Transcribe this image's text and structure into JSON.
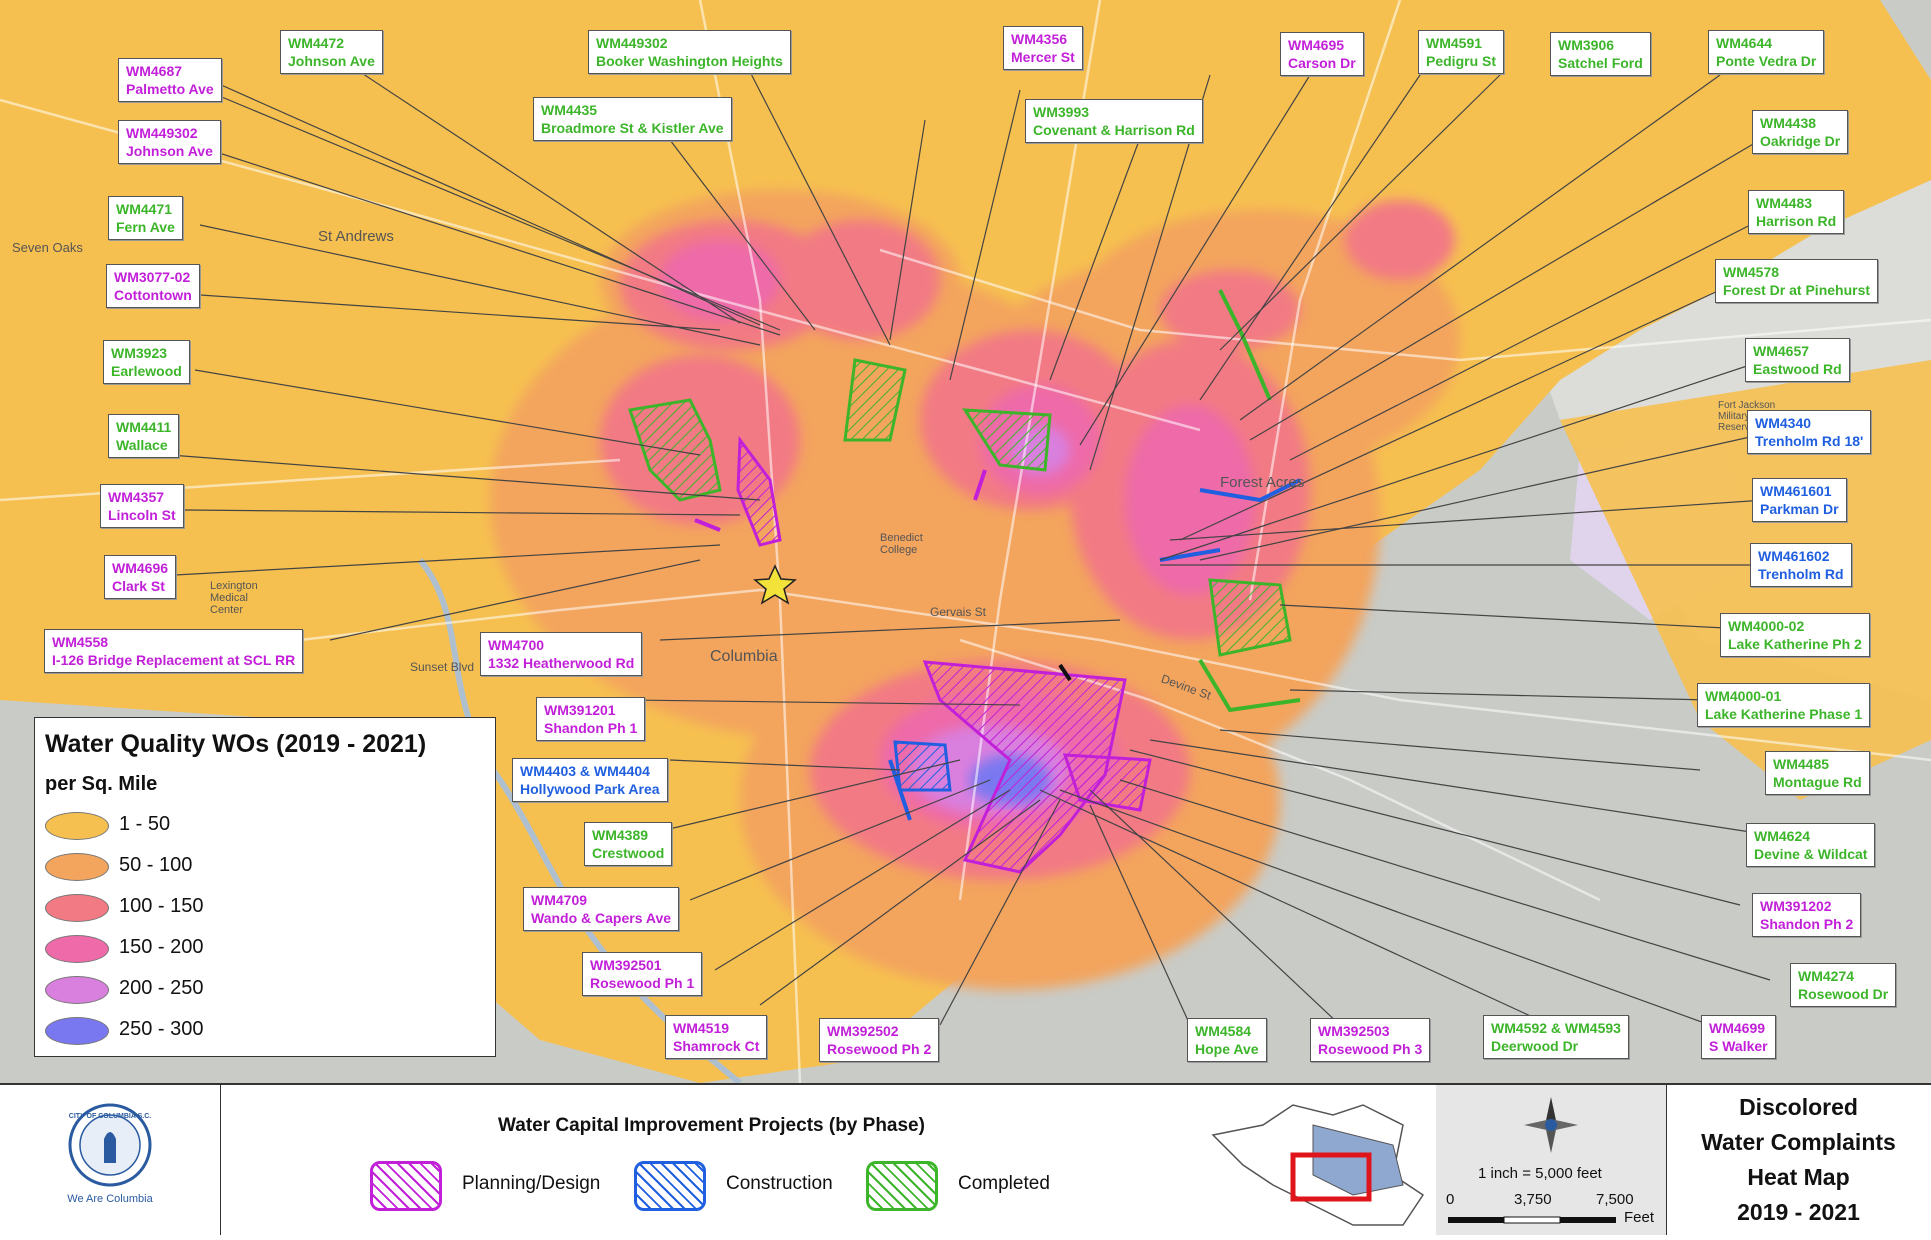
{
  "legend": {
    "title": "Water Quality WOs (2019 - 2021)",
    "subtitle": "per Sq. Mile",
    "classes": [
      {
        "label": "1 - 50",
        "color": "#f6c050"
      },
      {
        "label": "50 - 100",
        "color": "#f3a45d"
      },
      {
        "label": "100 - 150",
        "color": "#f27a84"
      },
      {
        "label": "150 - 200",
        "color": "#ee6aa9"
      },
      {
        "label": "200 - 250",
        "color": "#d97fde"
      },
      {
        "label": "250 - 300",
        "color": "#7a78f0"
      }
    ]
  },
  "project_legend": {
    "title": "Water Capital Improvement Projects (by Phase)",
    "phases": [
      {
        "label": "Planning/Design",
        "color": "#c21fd9"
      },
      {
        "label": "Construction",
        "color": "#1f5fe0"
      },
      {
        "label": "Completed",
        "color": "#3cb52a"
      }
    ]
  },
  "map_title": [
    "Discolored",
    "Water Complaints",
    "Heat Map",
    "2019 - 2021"
  ],
  "scale": {
    "ratio": "1 inch = 5,000 feet",
    "ticks": [
      "0",
      "3,750",
      "7,500"
    ],
    "unit": "Feet"
  },
  "logo": {
    "seal_text": "CITY OF COLUMBIA S.C.",
    "tagline": "We Are Columbia"
  },
  "map_labels": [
    "Columbia",
    "St Andrews",
    "Forest Acres",
    "Seven Oaks",
    "Lexington Medical Center",
    "Benedict College",
    "Sunset Blvd",
    "Gervais St",
    "Devine St",
    "Fort Jackson Military Reservation"
  ],
  "projects": [
    {
      "id": "WM4472",
      "name": "Johnson Ave",
      "phase": "completed"
    },
    {
      "id": "WM449302",
      "name": "Booker Washington Heights",
      "phase": "completed"
    },
    {
      "id": "WM4356",
      "name": "Mercer St",
      "phase": "planning"
    },
    {
      "id": "WM4695",
      "name": "Carson Dr",
      "phase": "planning"
    },
    {
      "id": "WM4591",
      "name": "Pedigru St",
      "phase": "completed"
    },
    {
      "id": "WM3906",
      "name": "Satchel Ford",
      "phase": "completed"
    },
    {
      "id": "WM4644",
      "name": "Ponte Vedra Dr",
      "phase": "completed"
    },
    {
      "id": "WM4687",
      "name": "Palmetto Ave",
      "phase": "planning"
    },
    {
      "id": "WM4435",
      "name": "Broadmore St & Kistler Ave",
      "phase": "completed"
    },
    {
      "id": "WM3993",
      "name": "Covenant & Harrison Rd",
      "phase": "completed"
    },
    {
      "id": "WM4438",
      "name": "Oakridge Dr",
      "phase": "completed"
    },
    {
      "id": "WM449302",
      "name": "Johnson Ave",
      "phase": "planning"
    },
    {
      "id": "WM4471",
      "name": "Fern Ave",
      "phase": "completed"
    },
    {
      "id": "WM4483",
      "name": "Harrison Rd",
      "phase": "completed"
    },
    {
      "id": "WM3077-02",
      "name": "Cottontown",
      "phase": "planning"
    },
    {
      "id": "WM4578",
      "name": "Forest Dr at Pinehurst",
      "phase": "completed"
    },
    {
      "id": "WM3923",
      "name": "Earlewood",
      "phase": "completed"
    },
    {
      "id": "WM4657",
      "name": "Eastwood Rd",
      "phase": "completed"
    },
    {
      "id": "WM4411",
      "name": "Wallace",
      "phase": "completed"
    },
    {
      "id": "WM4340",
      "name": "Trenholm Rd 18'",
      "phase": "construction"
    },
    {
      "id": "WM4357",
      "name": "Lincoln St",
      "phase": "planning"
    },
    {
      "id": "WM461601",
      "name": "Parkman Dr",
      "phase": "construction"
    },
    {
      "id": "WM4696",
      "name": "Clark St",
      "phase": "planning"
    },
    {
      "id": "WM461602",
      "name": "Trenholm Rd",
      "phase": "construction"
    },
    {
      "id": "WM4558",
      "name": "I-126 Bridge Replacement at SCL RR",
      "phase": "planning"
    },
    {
      "id": "WM4700",
      "name": "1332 Heatherwood Rd",
      "phase": "planning"
    },
    {
      "id": "WM4000-02",
      "name": "Lake Katherine Ph 2",
      "phase": "completed"
    },
    {
      "id": "WM391201",
      "name": "Shandon Ph 1",
      "phase": "planning"
    },
    {
      "id": "WM4000-01",
      "name": "Lake Katherine Phase 1",
      "phase": "completed"
    },
    {
      "id": "WM4403 & WM4404",
      "name": "Hollywood Park Area",
      "phase": "construction"
    },
    {
      "id": "WM4485",
      "name": "Montague Rd",
      "phase": "completed"
    },
    {
      "id": "WM4389",
      "name": "Crestwood",
      "phase": "completed"
    },
    {
      "id": "WM4624",
      "name": "Devine & Wildcat",
      "phase": "completed"
    },
    {
      "id": "WM4709",
      "name": "Wando & Capers Ave",
      "phase": "planning"
    },
    {
      "id": "WM391202",
      "name": "Shandon Ph 2",
      "phase": "planning"
    },
    {
      "id": "WM392501",
      "name": "Rosewood Ph 1",
      "phase": "planning"
    },
    {
      "id": "WM4274",
      "name": "Rosewood Dr",
      "phase": "completed"
    },
    {
      "id": "WM4519",
      "name": "Shamrock Ct",
      "phase": "planning"
    },
    {
      "id": "WM392502",
      "name": "Rosewood Ph 2",
      "phase": "planning"
    },
    {
      "id": "WM4584",
      "name": "Hope Ave",
      "phase": "completed"
    },
    {
      "id": "WM392503",
      "name": "Rosewood Ph 3",
      "phase": "planning"
    },
    {
      "id": "WM4592 & WM4593",
      "name": "Deerwood Dr",
      "phase": "completed"
    },
    {
      "id": "WM4699",
      "name": "S Walker",
      "phase": "planning"
    }
  ]
}
